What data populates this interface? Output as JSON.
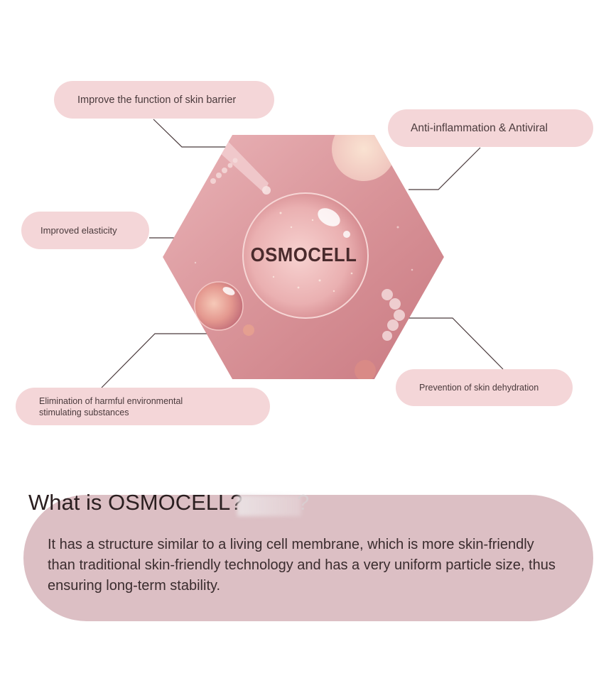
{
  "benefits": {
    "skin_barrier": "Improve the function of skin barrier",
    "anti_inflammation": "Anti-inflammation & Antiviral",
    "elasticity": "Improved elasticity",
    "elimination_line1": "Elimination of harmful environmental",
    "elimination_line2": "stimulating substances",
    "dehydration": "Prevention of skin dehydration"
  },
  "product_name": "OSMOCELL",
  "info": {
    "title": "What is OSMOCELL?",
    "title_faded_suffix": "?",
    "description": "It has a structure similar to a living cell membrane, which is more skin-friendly than traditional skin-friendly technology and has a very uniform particle size, thus ensuring long-term stability."
  },
  "colors": {
    "pill": "#f4d6d8",
    "hexagon": "#d98f96",
    "description_box": "#dcbfc4",
    "connector": "#4a3a3c"
  }
}
